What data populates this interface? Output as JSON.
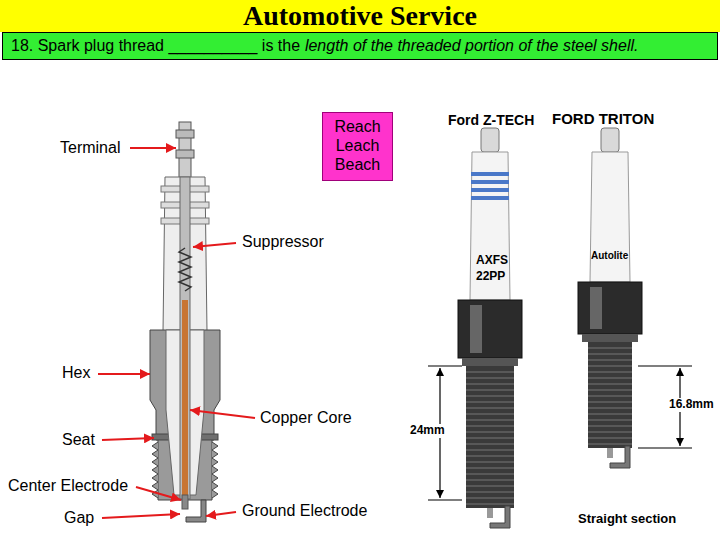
{
  "diagram": {
    "title": "Automotive Service",
    "nodes": [
      {
        "text": [
          "18. Spark plug thread __________ is the",
          "length of the threaded portion of the steel shell."
        ]
      },
      {
        "text": [
          "Reach",
          "Leach",
          "Beach"
        ]
      }
    ],
    "labels": [
      "Terminal",
      "Suppressor",
      "Hex",
      "Copper Core",
      "Seat",
      "Center Electrode",
      "Ground Electrode",
      "Gap",
      "Ford Z-TECH",
      "FORD TRITON",
      "AXFS",
      "22PP",
      "Autolite",
      "24mm",
      "16.8mm",
      "Straight section"
    ]
  }
}
